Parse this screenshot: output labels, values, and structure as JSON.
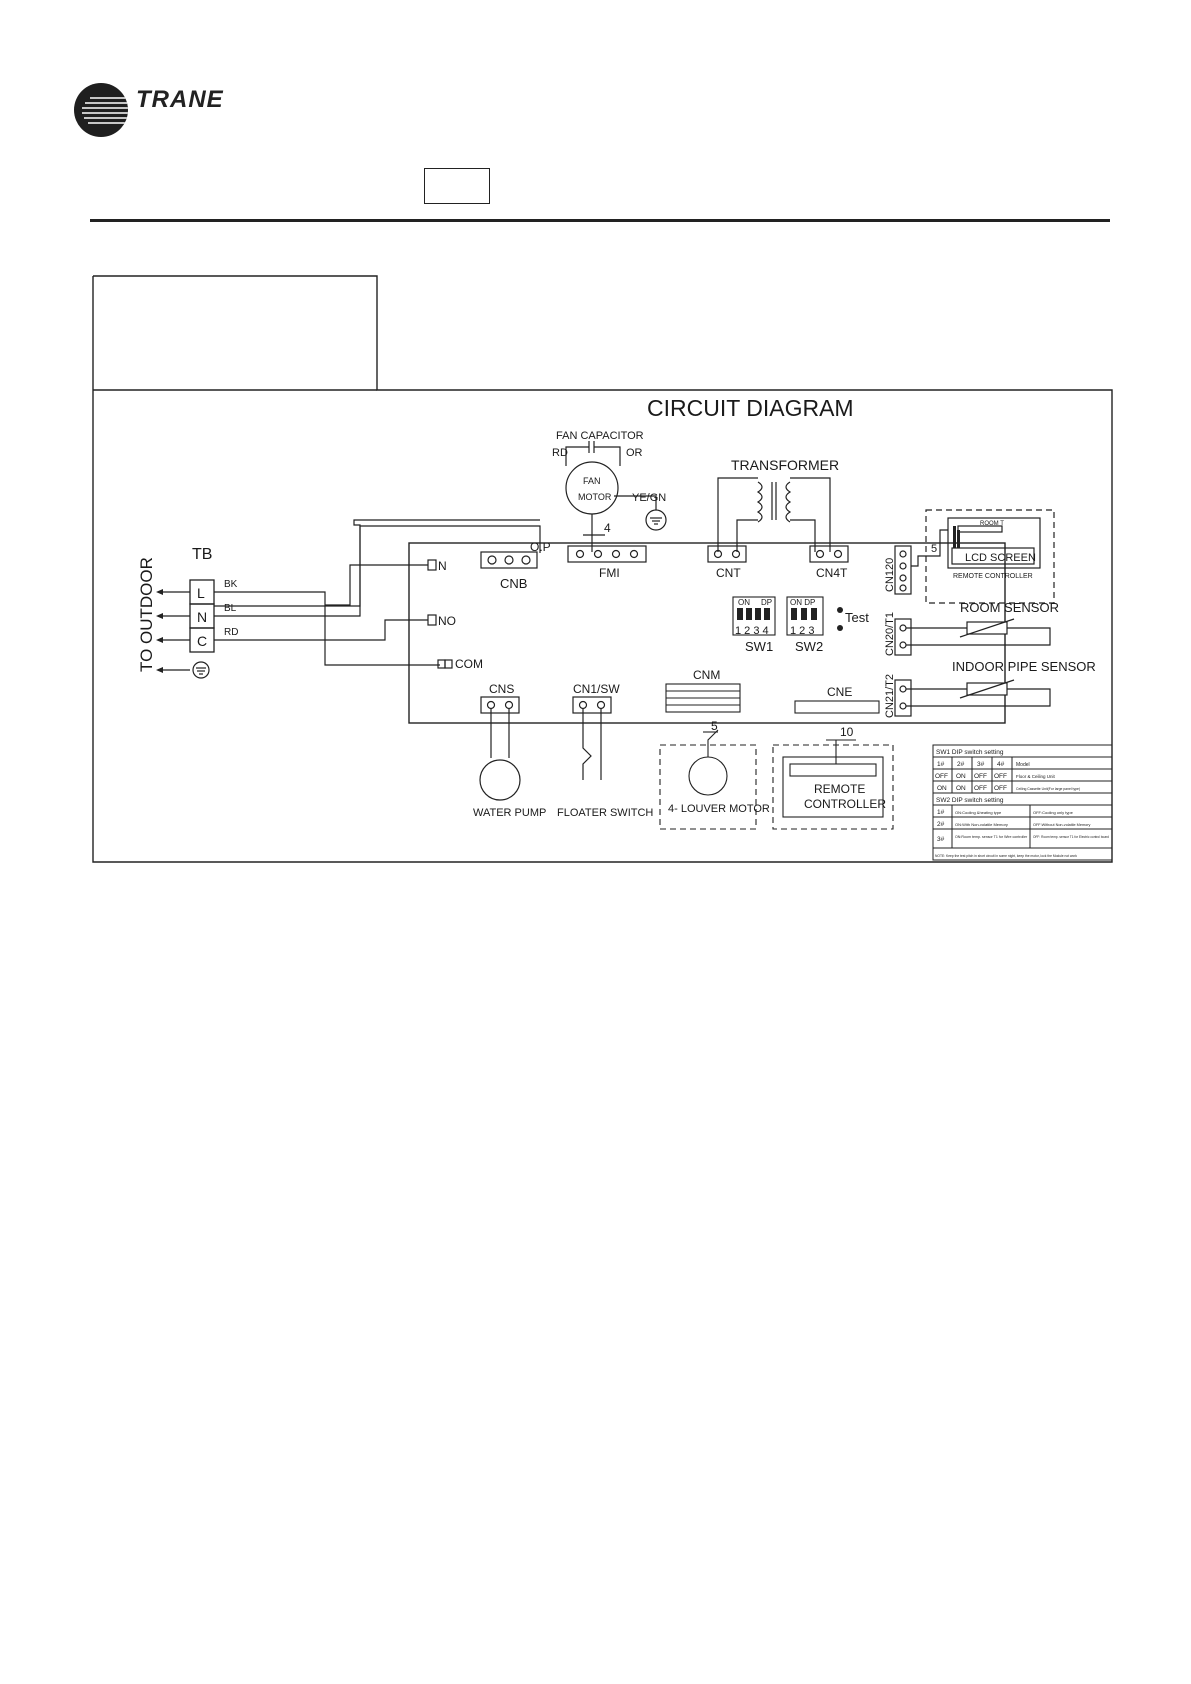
{
  "header": {
    "brand": "TRANE"
  },
  "diagram": {
    "title": "CIRCUIT DIAGRAM",
    "to_outdoor": "TO OUTDOOR",
    "tb": "TB",
    "tb_terminals": [
      "L",
      "N",
      "C"
    ],
    "wire_colors": [
      "BK",
      "BL",
      "RD"
    ],
    "fan_capacitor": "FAN CAPACITOR",
    "cap_left": "RD",
    "cap_right": "OR",
    "fan_motor_1": "FAN",
    "fan_motor_2": "MOTOR",
    "ye_gn": "YE/GN",
    "transformer": "TRANSFORMER",
    "op": "O.P",
    "n4": "4",
    "cnb": "CNB",
    "fmi": "FMI",
    "cnt": "CNT",
    "cn4t": "CN4T",
    "cn120": "CN120",
    "cn20": "CN20/T1",
    "cn21": "CN21/T2",
    "relay_n": "N",
    "relay_no": "NO",
    "relay_com": "COM",
    "sw1_on": "ON",
    "sw1_dp": "DP",
    "sw1_nums": "1 2 3 4",
    "sw1": "SW1",
    "sw2_on": "ON DP",
    "sw2_nums": "1 2 3",
    "sw2": "SW2",
    "test": "Test",
    "lcd_n5": "5",
    "lcd_screen": "LCD SCREEN",
    "lcd_room": "ROOM T",
    "lcd_rc": "REMOTE CONTROLLER",
    "room_sensor": "ROOM SENSOR",
    "pipe_sensor": "INDOOR PIPE SENSOR",
    "cns": "CNS",
    "cn1sw": "CN1/SW",
    "cnm": "CNM",
    "cne": "CNE",
    "n5": "5",
    "n10": "10",
    "water_pump": "WATER PUMP",
    "floater": "FLOATER  SWITCH",
    "louver": "4- LOUVER MOTOR",
    "remote_1": "REMOTE",
    "remote_2": "CONTROLLER"
  },
  "dip_table": {
    "sw1_header": "SW1 DIP switch setting",
    "cols": [
      "1#",
      "2#",
      "3#",
      "4#",
      "Model"
    ],
    "rows": [
      [
        "OFF",
        "ON",
        "OFF",
        "OFF",
        "Floor & Ceiling Unit"
      ],
      [
        "ON",
        "ON",
        "OFF",
        "OFF",
        "Ceiling Cassette Unit(For large panel type)"
      ]
    ],
    "sw2_header": "SW2 DIP switch setting",
    "sw2_rows": [
      [
        "1#",
        "ON:Cooling &heating type",
        "OFF:Cooling only type"
      ],
      [
        "2#",
        "ON:With Non-volatile Memory",
        "OFF:Without Non-volatile Memory"
      ],
      [
        "3#",
        "ON:Room temp. sensor T1 for Wire controller",
        "OFF: Room temp. sensor T1 for Electric control board"
      ]
    ],
    "note": "NOTE: Keep the test pitch in short circuit in some night, keep the motor, lock the Module not work"
  }
}
